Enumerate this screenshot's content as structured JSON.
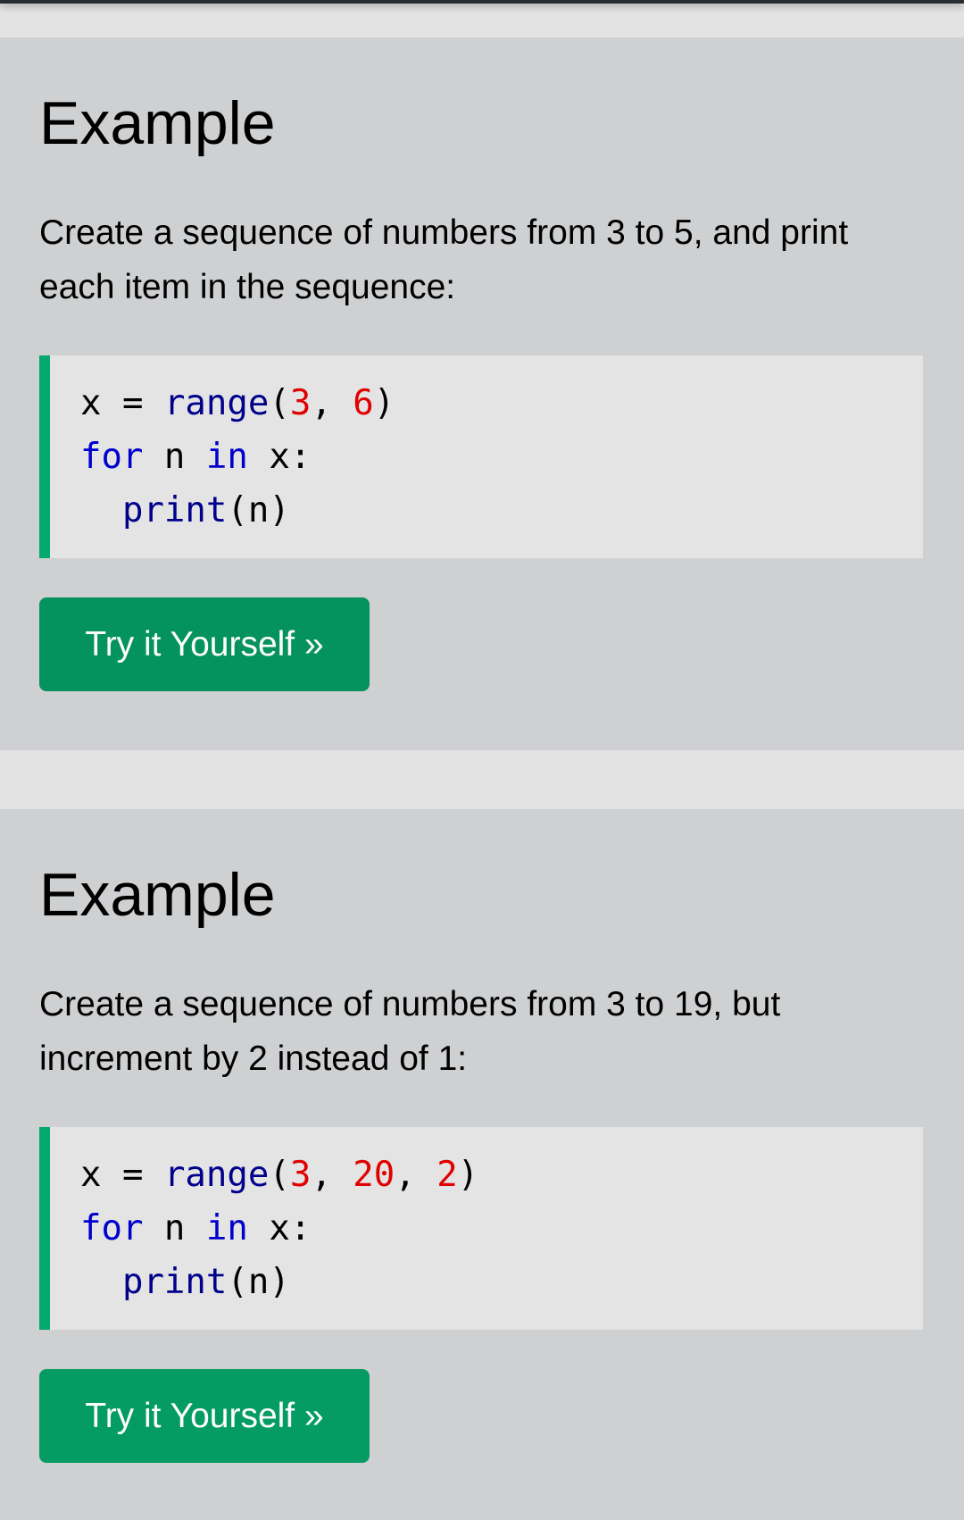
{
  "examples": [
    {
      "heading": "Example",
      "description": "Create a sequence of numbers from 3 to 5, and print each item in the sequence:",
      "code": {
        "line1": {
          "var": "x",
          "op": " = ",
          "fn": "range",
          "open": "(",
          "a": "3",
          "sep1": ", ",
          "b": "6",
          "close": ")"
        },
        "line2": {
          "kw1": "for",
          "mid": " n ",
          "kw2": "in",
          "end": " x:"
        },
        "line3": {
          "indent": "  ",
          "fn": "print",
          "args": "(n)"
        }
      },
      "button": "Try it Yourself »"
    },
    {
      "heading": "Example",
      "description": "Create a sequence of numbers from 3 to 19, but increment by 2 instead of 1:",
      "code": {
        "line1": {
          "var": "x",
          "op": " = ",
          "fn": "range",
          "open": "(",
          "a": "3",
          "sep1": ", ",
          "b": "20",
          "sep2": ", ",
          "c": "2",
          "close": ")"
        },
        "line2": {
          "kw1": "for",
          "mid": " n ",
          "kw2": "in",
          "end": " x:"
        },
        "line3": {
          "indent": "  ",
          "fn": "print",
          "args": "(n)"
        }
      },
      "button": "Try it Yourself »"
    }
  ],
  "colors": {
    "accent": "#04aa6d",
    "button": "#04925e",
    "keyword": "#0000cd",
    "number": "#e00000",
    "panel": "#cfd0d2",
    "code_bg": "#e4e4e5"
  }
}
